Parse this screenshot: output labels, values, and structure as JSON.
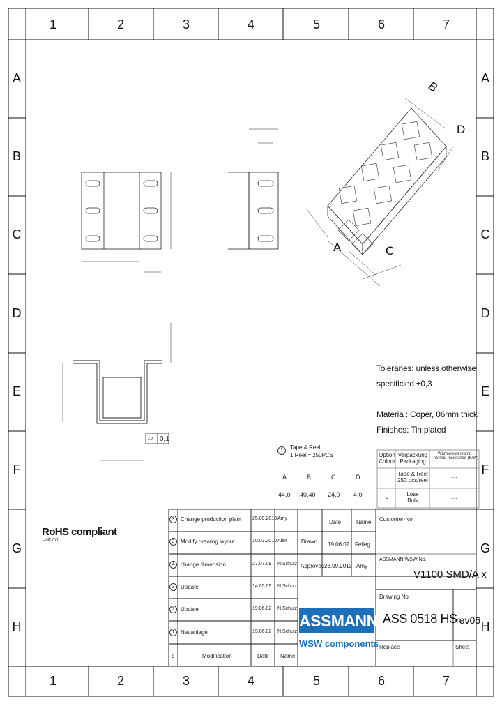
{
  "columns": [
    "1",
    "2",
    "3",
    "4",
    "5",
    "6",
    "7"
  ],
  "rows": [
    "A",
    "B",
    "C",
    "D",
    "E",
    "F",
    "G",
    "H"
  ],
  "tolerances": {
    "line1": "Toleranes: unless otherwise",
    "line2": "specificied ±0,3",
    "material": "Materia : Coper, 06mm thick",
    "finish": "Finishes: Tin plated"
  },
  "packing_note": {
    "circle": "1",
    "line1": "Tape & Reel",
    "line2": "1 Reel = 250PCS"
  },
  "dim_table": {
    "headers": [
      "A",
      "B",
      "C",
      "D"
    ],
    "values": [
      "44,0",
      "40,40",
      "24,0",
      "4,0"
    ]
  },
  "option_table": {
    "headers": [
      "Option\nColour",
      "Verpackung\nPackaging",
      "Wärmewiderstand\nThermal resistance (K/W)"
    ],
    "rows": [
      [
        "-",
        "Tape & Reel\n250 pcs/reel",
        "..."
      ],
      [
        "L",
        "Lose\nBulk",
        "..."
      ]
    ]
  },
  "flatness": {
    "symbol": "▱",
    "value": "0,1"
  },
  "rohs": {
    "title": "RoHS compliant",
    "subtitle": "Unit: mm"
  },
  "revisions": [
    {
      "index": "3",
      "text": "Change production plant",
      "date": "25.09.2013",
      "name": "Amy"
    },
    {
      "index": "3",
      "text": "Modify drawing layout",
      "date": "10.03.2010",
      "name": "Alex"
    },
    {
      "index": "4",
      "text": "change dimension",
      "date": "27.07.09",
      "name": "N.Schulz"
    },
    {
      "index": "3",
      "text": "Update",
      "date": "14.05.09",
      "name": "N.Schulz"
    },
    {
      "index": "2",
      "text": "Update",
      "date": "19.06.02",
      "name": "N.Schulz"
    },
    {
      "index": "1",
      "text": "Neuanlage",
      "date": "19.06.02",
      "name": "N.Schulz"
    }
  ],
  "rev_footer": {
    "index": "d",
    "mod": "Modification",
    "date": "Date",
    "name": "Name"
  },
  "approval": {
    "date_h": "Date",
    "name_h": "Name",
    "drawn": "Drawn",
    "drawn_date": "19.06.02",
    "drawn_name": "Felleg",
    "approved": "Approved",
    "approved_date": "23.09.2013",
    "approved_name": "Amy"
  },
  "title_block": {
    "customer_label": "Customer-No.",
    "assmann_label": "ASSMANN WSW-No.",
    "part_no": "V1100 SMD/A x",
    "drawing_label": "Drawing No.",
    "drawing_no": "ASS 0518 HS",
    "rev": "rev06",
    "replace_label": "Replace",
    "sheet_label": "Sheet"
  },
  "logo": {
    "top": "ASSMANN",
    "bottom": "WSW components",
    "color": "#1d6fb8"
  },
  "iso_labels": {
    "a": "A",
    "b": "B",
    "c": "C",
    "d": "D"
  }
}
